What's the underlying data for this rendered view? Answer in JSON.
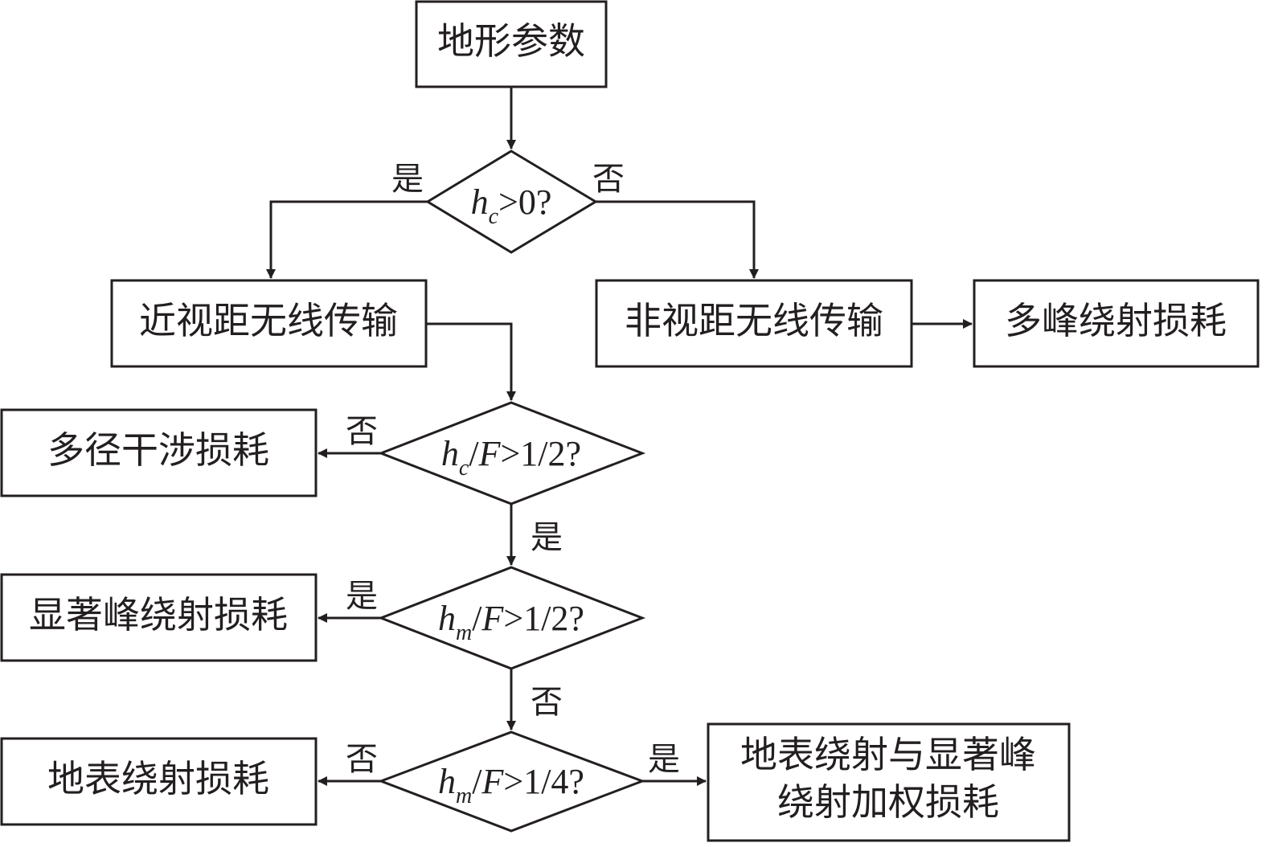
{
  "nodes": {
    "terrain": "地形参数",
    "los": "近视距无线传输",
    "nlos": "非视距无线传输",
    "multipeak": "多峰绕射损耗",
    "multipath": "多径干涉损耗",
    "peak": "显著峰绕射损耗",
    "surface": "地表绕射损耗",
    "weighted_line1": "地表绕射与显著峰",
    "weighted_line2": "绕射加权损耗"
  },
  "decisions": {
    "d1": {
      "var": "h",
      "sub": "c",
      "rest": ">0?"
    },
    "d2": {
      "var": "h",
      "sub": "c",
      "mid": "/",
      "F": "F",
      "rest": ">1/2?"
    },
    "d3": {
      "var": "h",
      "sub": "m",
      "mid": "/",
      "F": "F",
      "rest": ">1/2?"
    },
    "d4": {
      "var": "h",
      "sub": "m",
      "mid": "/",
      "F": "F",
      "rest": ">1/4?"
    }
  },
  "labels": {
    "yes": "是",
    "no": "否"
  },
  "colors": {
    "stroke": "#231f20",
    "background": "#ffffff"
  }
}
